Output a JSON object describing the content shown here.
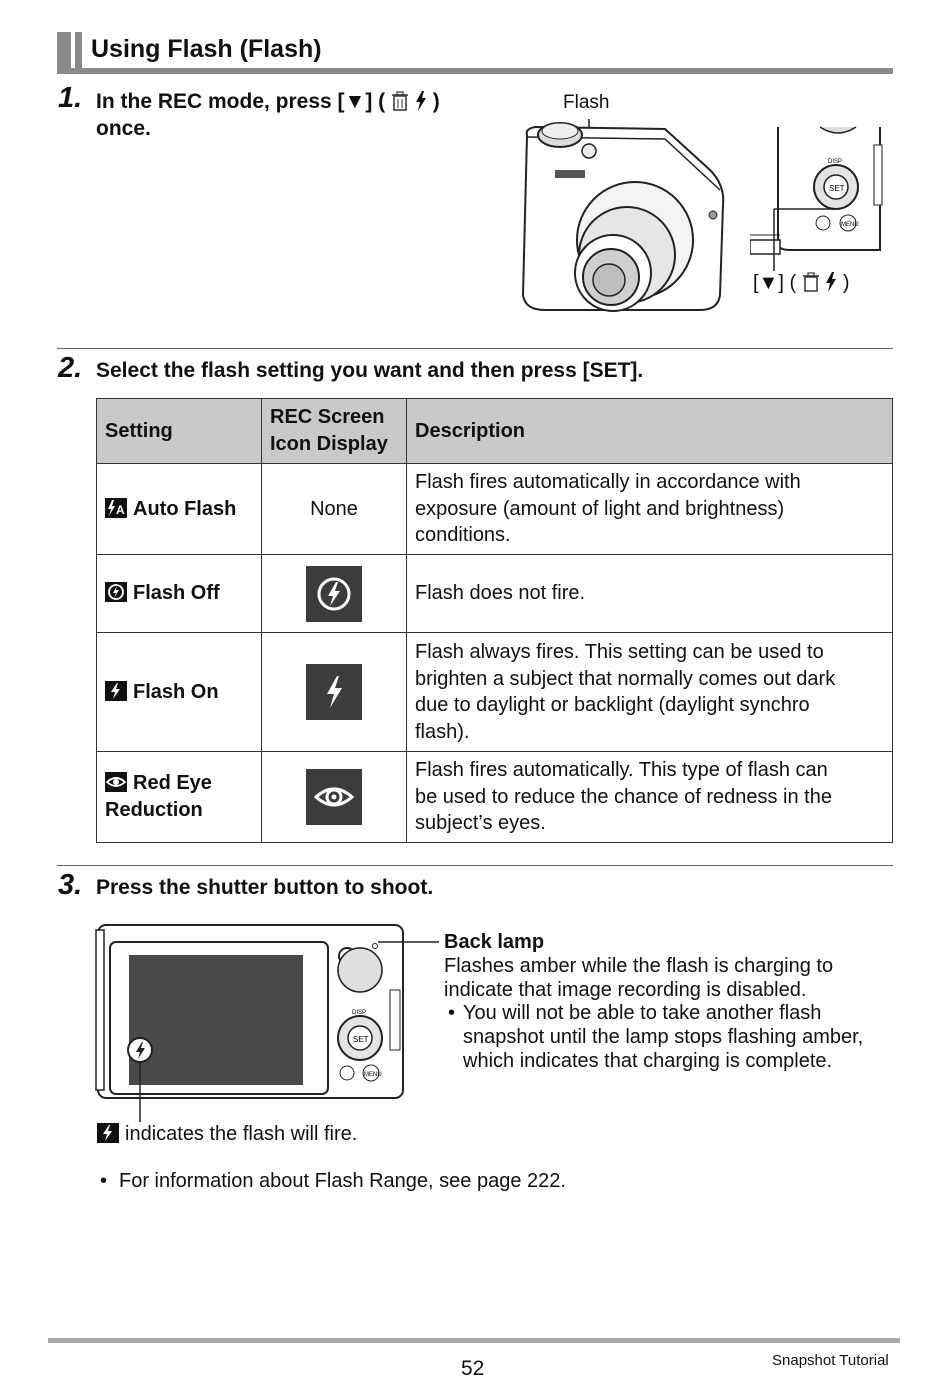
{
  "title": "Using Flash (Flash)",
  "step1": {
    "num": "1.",
    "text_a": "In the REC mode, press [▼] (",
    "text_b": ")",
    "text_c": "once.",
    "label_flash": "Flash",
    "label_button_a": "[▼] (",
    "label_button_b": ")"
  },
  "step2": {
    "num": "2.",
    "text": "Select the flash setting you want and then press [SET]."
  },
  "table": {
    "headers": {
      "setting": "Setting",
      "icon_line1": "REC Screen",
      "icon_line2": "Icon Display",
      "description": "Description"
    },
    "rows": [
      {
        "setting": "Auto Flash",
        "icon": "None",
        "description_lines": [
          "Flash fires automatically in accordance with",
          "exposure (amount of light and brightness)",
          "conditions."
        ]
      },
      {
        "setting": "Flash Off",
        "icon": "flash-off-icon",
        "description_lines": [
          "Flash does not fire."
        ]
      },
      {
        "setting": "Flash On",
        "icon": "flash-on-icon",
        "description_lines": [
          "Flash always fires. This setting can be used to",
          "brighten a subject that normally comes out dark",
          "due to daylight or backlight (daylight synchro",
          "flash)."
        ]
      },
      {
        "setting_line1": "Red Eye",
        "setting_line2": "Reduction",
        "icon": "red-eye-icon",
        "description_lines": [
          "Flash fires automatically. This type of flash can",
          "be used to reduce the chance of redness in the",
          "subject’s eyes."
        ]
      }
    ]
  },
  "step3": {
    "num": "3.",
    "text": "Press the shutter button to shoot.",
    "back_lamp_title": "Back lamp",
    "back_lamp_lines": [
      "Flashes amber while the flash is charging to",
      "indicate that image recording is disabled."
    ],
    "bullet_lines": [
      "You will not be able to take another flash",
      "snapshot until the lamp stops flashing amber,",
      "which indicates that charging is complete."
    ],
    "indicator_note": "indicates the flash will fire.",
    "range_note": "For information about Flash Range, see page 222."
  },
  "footer": {
    "page_number": "52",
    "section": "Snapshot Tutorial"
  }
}
